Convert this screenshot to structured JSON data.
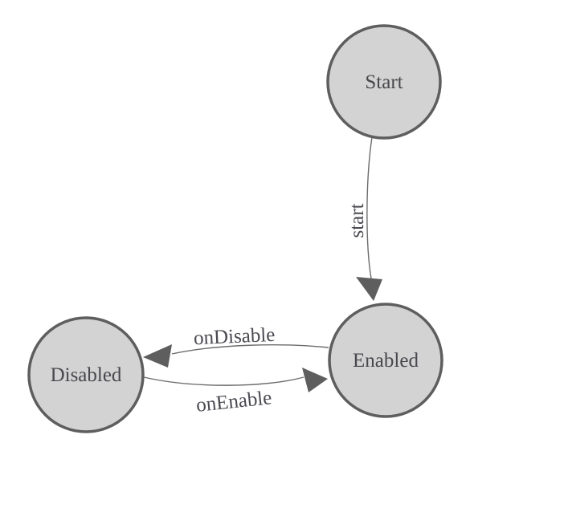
{
  "diagram": {
    "background_color": "#ffffff",
    "node_fill_color": "#d3d3d3",
    "node_border_color": "#5e5e5e",
    "edge_line_color": "#6b6b6b",
    "arrowhead_color": "#5e5e5e",
    "label_color": "#47474d",
    "nodes": [
      {
        "id": "start",
        "label": "Start"
      },
      {
        "id": "enabled",
        "label": "Enabled"
      },
      {
        "id": "disabled",
        "label": "Disabled"
      }
    ],
    "edges": [
      {
        "id": "start-edge",
        "label": "start",
        "from": "Start",
        "to": "Enabled"
      },
      {
        "id": "on-disable-edge",
        "label": "onDisable",
        "from": "Enabled",
        "to": "Disabled"
      },
      {
        "id": "on-enable-edge",
        "label": "onEnable",
        "from": "Disabled",
        "to": "Enabled"
      }
    ]
  }
}
